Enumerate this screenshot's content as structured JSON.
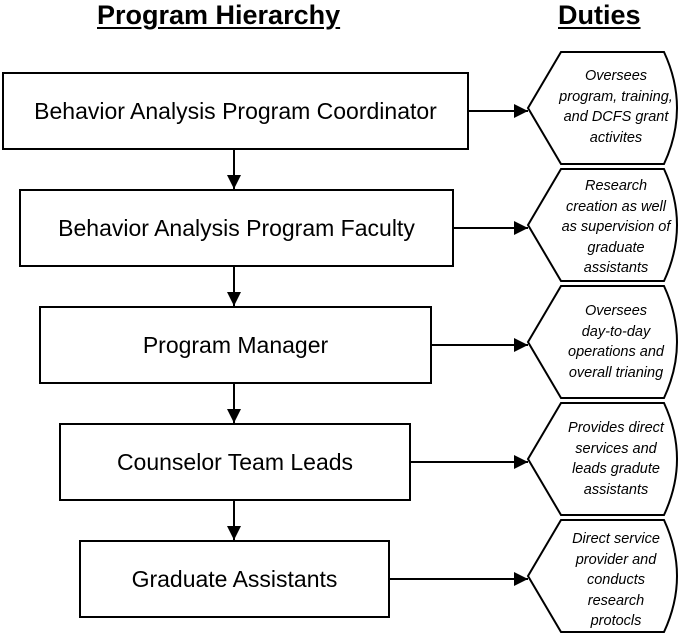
{
  "headings": {
    "hierarchy": "Program Hierarchy",
    "duties": "Duties"
  },
  "roles": [
    {
      "label": "Behavior Analysis Program Coordinator"
    },
    {
      "label": "Behavior Analysis Program Faculty"
    },
    {
      "label": "Program Manager"
    },
    {
      "label": "Counselor Team Leads"
    },
    {
      "label": "Graduate Assistants"
    }
  ],
  "duties": [
    {
      "lines": [
        "Oversees",
        "program, training,",
        "and DCFS grant",
        "activites"
      ]
    },
    {
      "lines": [
        "Research",
        "creation as well",
        "as supervision of",
        "graduate",
        "assistants"
      ]
    },
    {
      "lines": [
        "Oversees",
        "day-to-day",
        "operations and",
        "overall trianing"
      ]
    },
    {
      "lines": [
        "Provides direct",
        "services and",
        "leads gradute",
        "assistants"
      ]
    },
    {
      "lines": [
        "Direct service",
        "provider and",
        "conducts",
        "research",
        "protocls"
      ]
    }
  ]
}
